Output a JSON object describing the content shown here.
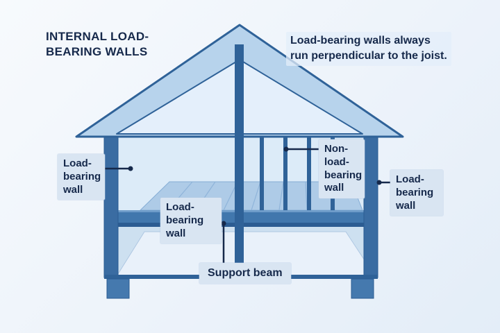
{
  "title": "INTERNAL LOAD-\nBEARING WALLS",
  "note": "Load-bearing walls always\nrun perpendicular to the joist.",
  "labels": {
    "left_wall": "Load-\nbearing\nwall",
    "center_wall": "Load-\nbearing\nwall",
    "non_load_bearing": "Non-\nload-\nbearing\nwall",
    "right_wall": "Load-\nbearing\nwall",
    "support_beam": "Support beam"
  },
  "colors": {
    "text_navy": "#16294b",
    "roof_band_blue": "#b7d3ec",
    "gable_light_blue": "#e4effb",
    "beam_dark_blue": "#2f6298",
    "wall_medium_blue": "#3a6ca2",
    "floor_plank_blue": "#aecbe7",
    "label_background": "#d9e5f2",
    "page_background": "#eef4fb"
  }
}
